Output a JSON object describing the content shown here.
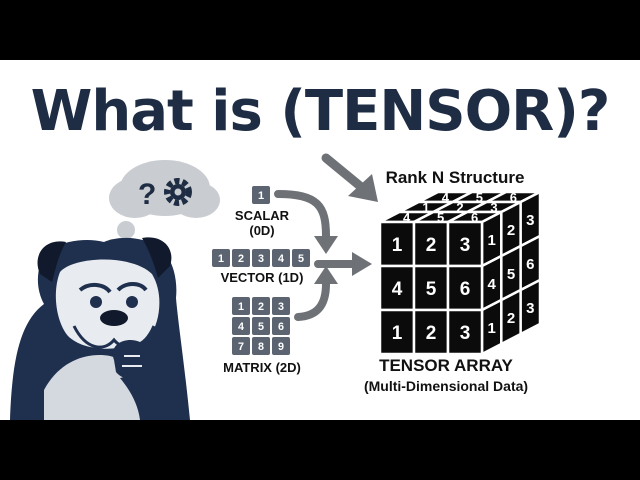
{
  "title": "What is (TENSOR)?",
  "thought_bubble": {
    "symbol": "?"
  },
  "scalar": {
    "value": "1",
    "label": "SCALAR",
    "dim": "(0D)"
  },
  "vector": {
    "values": [
      "1",
      "2",
      "3",
      "4",
      "5"
    ],
    "label": "VECTOR (1D)"
  },
  "matrix": {
    "values": [
      "1",
      "2",
      "3",
      "4",
      "5",
      "6",
      "7",
      "8",
      "9"
    ],
    "label": "MATRIX (2D)"
  },
  "cube": {
    "heading": "Rank N Structure",
    "front": [
      "1",
      "2",
      "3",
      "4",
      "5",
      "6",
      "1",
      "2",
      "3"
    ],
    "top": [
      "4",
      "5",
      "6",
      "1",
      "2",
      "3",
      "4",
      "5",
      "6"
    ],
    "right": [
      "1",
      "2",
      "3",
      "4",
      "5",
      "6",
      "1",
      "2",
      "3"
    ],
    "caption": "TENSOR ARRAY",
    "subcaption": "(Multi-Dimensional Data)"
  },
  "colors": {
    "title": "#1e2c44",
    "cell": "#5b6470",
    "arrow": "#6e7277",
    "cube": "#0b0b0b",
    "bubble": "#c9cdd1",
    "dog": "#1f2f4e"
  }
}
